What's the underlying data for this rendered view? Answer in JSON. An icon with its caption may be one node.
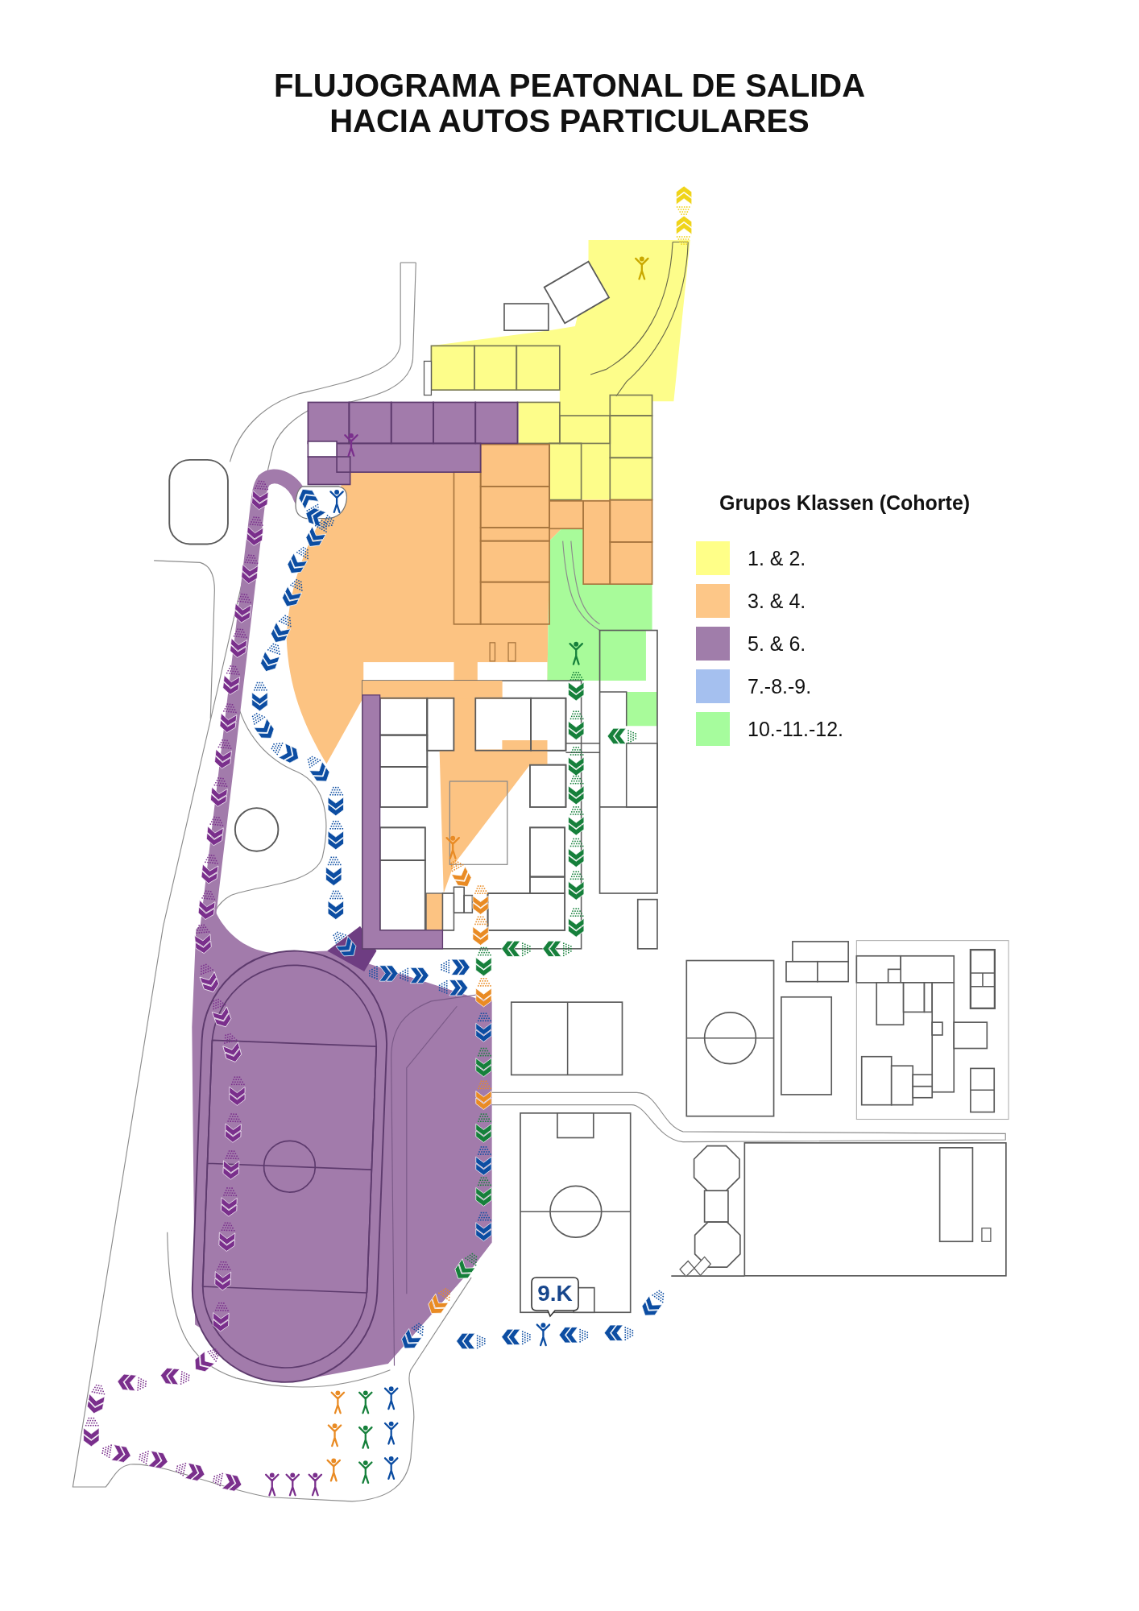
{
  "diagram": {
    "title": "FLUJOGRAMA PEATONAL DE SALIDA HACIA AUTOS PARTICULARES",
    "nodes": [
      {
        "text": [
          "9.K"
        ]
      }
    ],
    "labels": [
      "Grupos Klassen (Cohorte)"
    ],
    "legend": [
      {
        "text": "1. & 2.",
        "color": "#ffff88"
      },
      {
        "text": "3. & 4.",
        "color": "#fdc788"
      },
      {
        "text": "5. & 6.",
        "color": "#a07daa"
      },
      {
        "text": "7.-8.-9.",
        "color": "#a5c0ef"
      },
      {
        "text": "10.-11.-12.",
        "color": "#a6fc9d"
      }
    ]
  }
}
